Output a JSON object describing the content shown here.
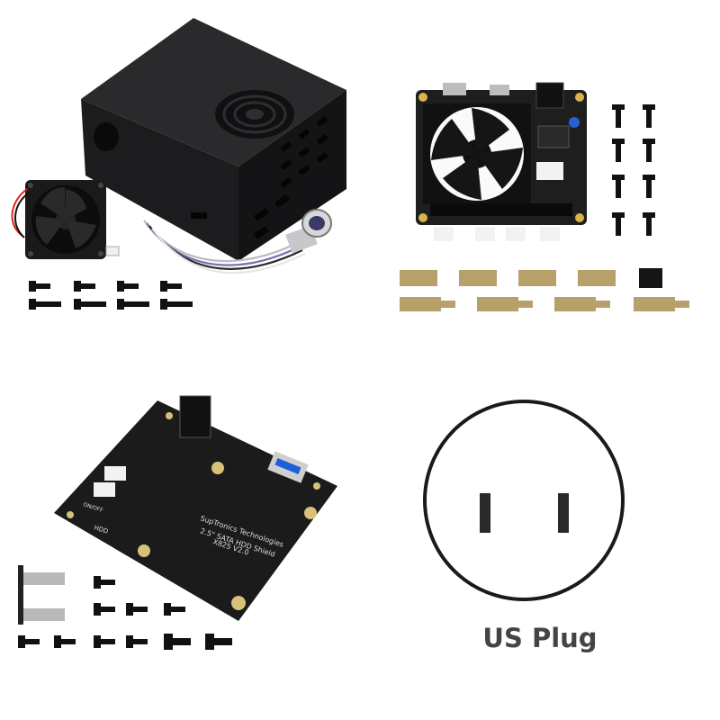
{
  "products": {
    "case_kit": {
      "colors": {
        "metal": "#1c1c1e",
        "edge": "#3a3a3c"
      }
    },
    "expansion_board": {
      "colors": {
        "pcb": "#1e1e1e",
        "brass": "#b8a06a",
        "connector": "#f2f2f2"
      }
    },
    "hdd_shield": {
      "silkscreen": [
        "SupTronics Technologies",
        "2.5\" SATA HDD Shield",
        "X825 V2.0"
      ],
      "labels": {
        "hdd": "HDD",
        "power": "ON/OFF"
      },
      "colors": {
        "pcb": "#1b1b1b",
        "pad": "#d8c27a"
      }
    },
    "plug": {
      "label": "US Plug",
      "colors": {
        "ring": "#1a1a1a",
        "prong": "#2a2a2a",
        "text": "#444444"
      }
    }
  }
}
